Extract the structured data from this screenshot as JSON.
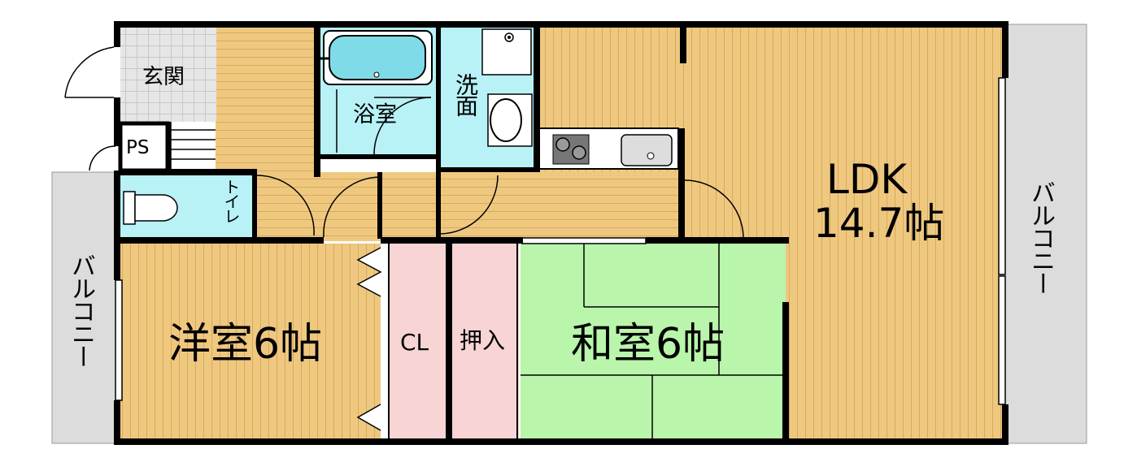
{
  "floorplan": {
    "rooms": {
      "entrance": "玄関",
      "ps": "PS",
      "bath": "浴室",
      "washroom": "洗面",
      "toilet": "トイレ",
      "ldk_name": "LDK",
      "ldk_size": "14.7帖",
      "western_room": "洋室6帖",
      "closet": "CL",
      "oshiire": "押入",
      "japanese_room": "和室6帖",
      "balcony_left": "バルコニー",
      "balcony_right": "バルコニー"
    },
    "colors": {
      "wall": "#000000",
      "wood_floor": "#efc880",
      "wood_grain": "#d9a95c",
      "entrance_tile": "#e6e6e6",
      "wet_area": "#b8f1f6",
      "tatami": "#b9f5ab",
      "closet_pink": "#f8d4d4",
      "balcony": "#dcdcdc"
    }
  }
}
